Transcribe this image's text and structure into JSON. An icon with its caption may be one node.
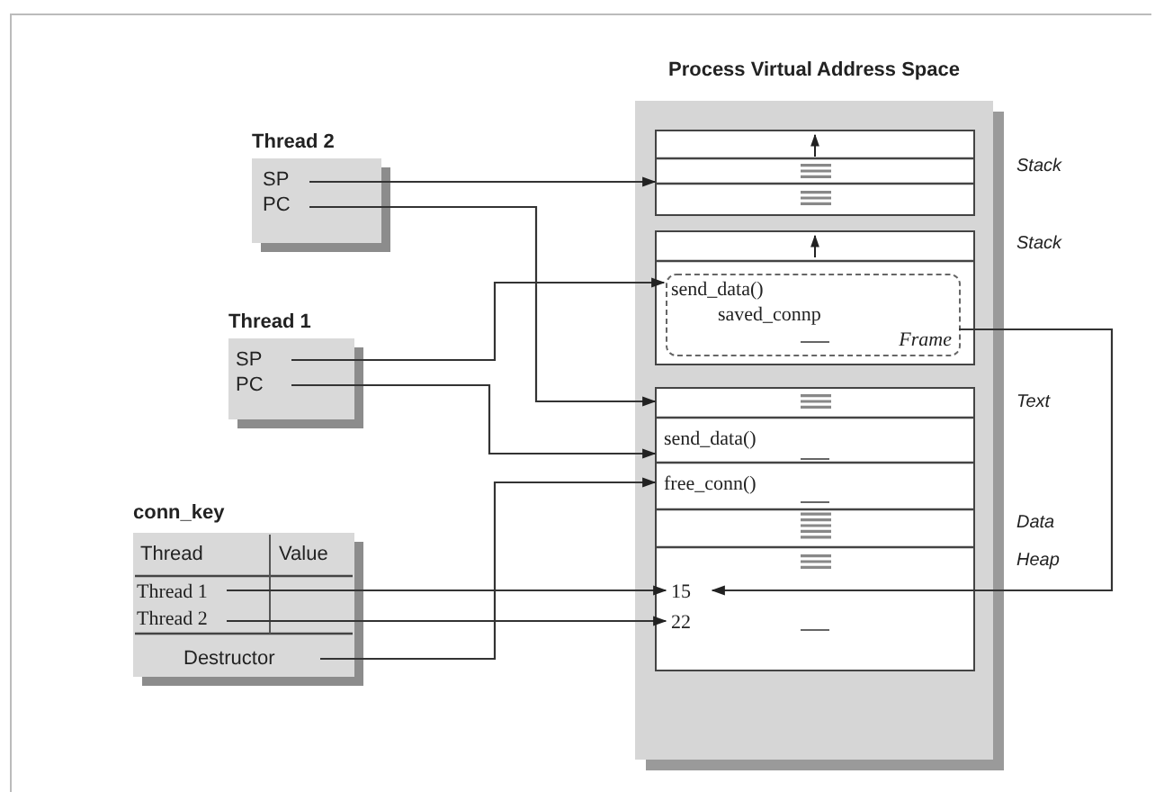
{
  "diagram": {
    "nodes": [
      {
        "text": [
          "Process Virtual Address Space"
        ]
      },
      {
        "text": [],
        "shape": "box",
        "in": 0,
        "beside": [
          "Stack"
        ]
      },
      {
        "text": [],
        "shape": "box",
        "in": 0,
        "beside": [
          "Stack"
        ]
      },
      {
        "text": [
          "send_data()",
          "saved_connp",
          "Frame"
        ],
        "in": 2
      },
      {
        "text": [],
        "shape": "box",
        "in": 0,
        "beside": [
          "Text"
        ]
      },
      {
        "text": [
          "send_data()"
        ],
        "in": 4
      },
      {
        "text": [
          "free_conn()"
        ],
        "in": 4
      },
      {
        "text": [
          "15"
        ],
        "in": 4
      },
      {
        "text": [
          "22"
        ],
        "in": 4
      },
      {
        "text": [
          "Thread 2"
        ]
      },
      {
        "text": [
          "SP"
        ],
        "in": 9
      },
      {
        "text": [
          "PC"
        ],
        "in": 9
      },
      {
        "text": [
          "Thread 1"
        ]
      },
      {
        "text": [
          "SP"
        ],
        "in": 12
      },
      {
        "text": [
          "PC"
        ],
        "in": 12
      },
      {
        "text": [
          "conn_key",
          "Thread",
          "Value"
        ]
      },
      {
        "text": [
          "Thread 1"
        ],
        "in": 15
      },
      {
        "text": [
          "Thread 2"
        ],
        "in": 15
      },
      {
        "text": [
          "Destructor"
        ],
        "in": 15
      }
    ],
    "edges": [
      {
        "from": 10,
        "to": 1,
        "arrow": "to"
      },
      {
        "from": 11,
        "to": 4,
        "arrow": "to"
      },
      {
        "from": 13,
        "to": 3,
        "arrow": "to"
      },
      {
        "from": 14,
        "to": 5,
        "arrow": "to"
      },
      {
        "from": 18,
        "to": 6,
        "arrow": "to"
      },
      {
        "from": 16,
        "to": 7,
        "arrow": "to"
      },
      {
        "from": 17,
        "to": 8,
        "arrow": "to"
      },
      {
        "from": 3,
        "to": 7,
        "arrow": "to"
      }
    ],
    "labels": [
      "Data",
      "Heap"
    ]
  }
}
